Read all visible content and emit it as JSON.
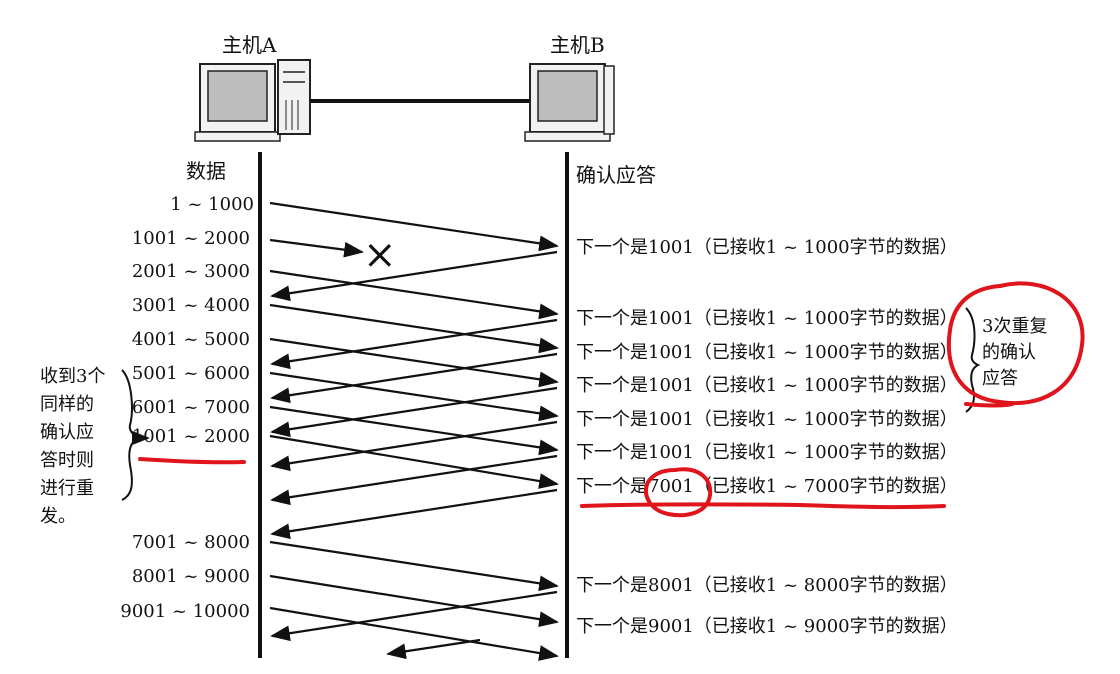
{
  "hosts": {
    "a_label": "主机A",
    "b_label": "主机B"
  },
  "columns": {
    "left_title": "数据",
    "right_title": "确认应答"
  },
  "segments": [
    "1 ~ 1000",
    "1001 ~ 2000",
    "2001 ~ 3000",
    "3001 ~ 4000",
    "4001 ~ 5000",
    "5001 ~ 6000",
    "6001 ~ 7000",
    "1001 ~ 2000",
    "7001 ~ 8000",
    "8001 ~ 9000",
    "9001 ~ 10000"
  ],
  "acks": [
    "下一个是1001（已接收1 ~ 1000字节的数据）",
    "下一个是1001（已接收1 ~ 1000字节的数据）",
    "下一个是1001（已接收1 ~ 1000字节的数据）",
    "下一个是1001（已接收1 ~ 1000字节的数据）",
    "下一个是1001（已接收1 ~ 1000字节的数据）",
    "下一个是1001（已接收1 ~ 1000字节的数据）",
    "下一个是7001（已接收1 ~ 7000字节的数据）",
    "下一个是8001（已接收1 ~ 8000字节的数据）",
    "下一个是9001（已接收1 ~ 9000字节的数据）"
  ],
  "notes": {
    "left_lines": [
      "收到3个",
      "同样的",
      "确认应",
      "答时则",
      "进行重",
      "发。"
    ],
    "right_lines": [
      "3次重复",
      "的确认",
      "应答"
    ]
  },
  "lost_mark": "×",
  "colors": {
    "ink": "#111111",
    "annotation": "#e0141b",
    "screen": "#bdbdbd",
    "case": "#f2f2f2"
  }
}
